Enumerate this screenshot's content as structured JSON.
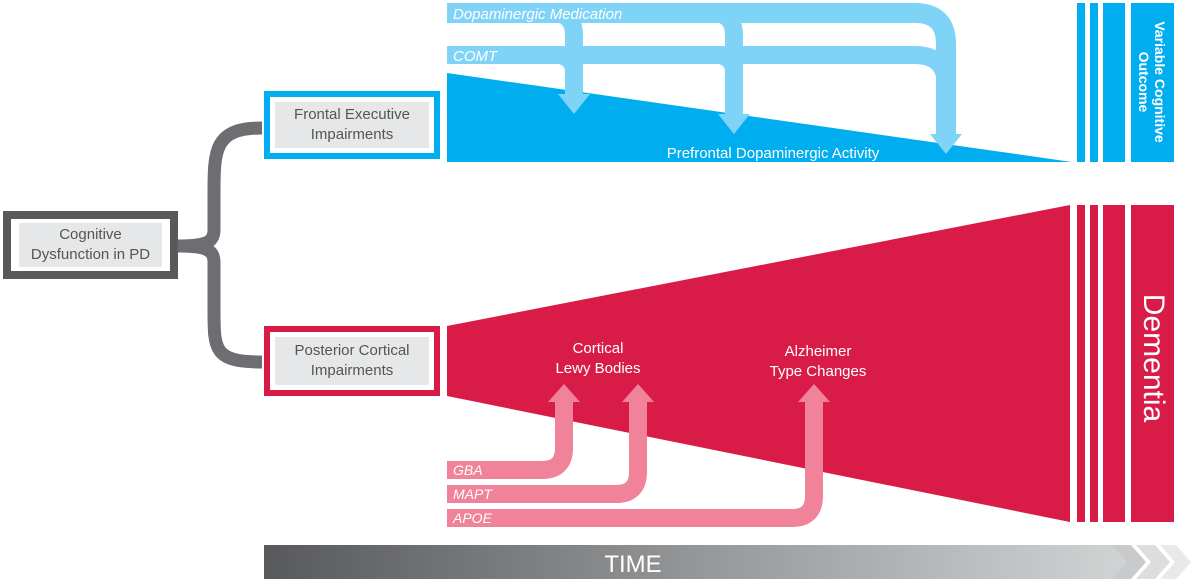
{
  "root": {
    "label_line1": "Cognitive",
    "label_line2": "Dysfunction in PD"
  },
  "frontal": {
    "label_line1": "Frontal Executive",
    "label_line2": "Impairments",
    "influences": [
      "Dopaminergic Medication",
      "COMT"
    ],
    "wedge_label": "Prefrontal Dopaminergic Activity",
    "outcome_line1": "Variable Cognitive",
    "outcome_line2": "Outcome"
  },
  "posterior": {
    "label_line1": "Posterior Cortical",
    "label_line2": "Impairments",
    "genes": [
      "GBA",
      "MAPT",
      "APOE"
    ],
    "pathology1_line1": "Cortical",
    "pathology1_line2": "Lewy Bodies",
    "pathology2_line1": "Alzheimer",
    "pathology2_line2": "Type Changes",
    "outcome": "Dementia"
  },
  "time_label": "TIME",
  "colors": {
    "blue": "#00aeef",
    "light_blue": "#7fd3f7",
    "red": "#d91c47",
    "pink": "#f0829a",
    "gray": "#6d6e71",
    "box_fill": "#e6e7e8"
  }
}
